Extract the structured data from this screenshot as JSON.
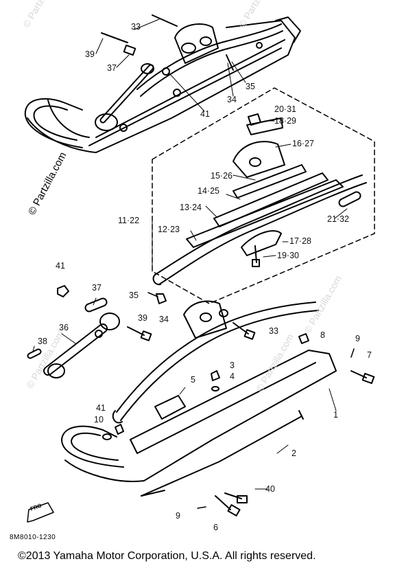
{
  "watermark": "© Partzilla.com",
  "diagram_code": "8M8010-1230",
  "copyright": "©2013 Yamaha Motor Corporation, U.S.A. All rights reserved.",
  "direction_marker": "FRO",
  "callouts": {
    "c33_top": "33",
    "c39_top": "39",
    "c37_top": "37",
    "c35_top": "35",
    "c34_top": "34",
    "c41_top": "41",
    "c20_31": "20·31",
    "c18_29": "18·29",
    "c16_27": "16·27",
    "c15_26": "15·26",
    "c14_25": "14·25",
    "c13_24": "13·24",
    "c11_22": "11·22",
    "c12_23": "12·23",
    "c21_32": "21·32",
    "c17_28": "17·28",
    "c19_30": "19·30",
    "c41_mid": "41",
    "c37_mid": "37",
    "c35_mid": "35",
    "c34_mid": "34",
    "c36": "36",
    "c39_mid": "39",
    "c33_mid": "33",
    "c8": "8",
    "c9_right": "9",
    "c7": "7",
    "c38": "38",
    "c3": "3",
    "c4": "4",
    "c5": "5",
    "c1": "1",
    "c41_low": "41",
    "c10": "10",
    "c2": "2",
    "c40": "40",
    "c9_low": "9",
    "c6": "6"
  }
}
